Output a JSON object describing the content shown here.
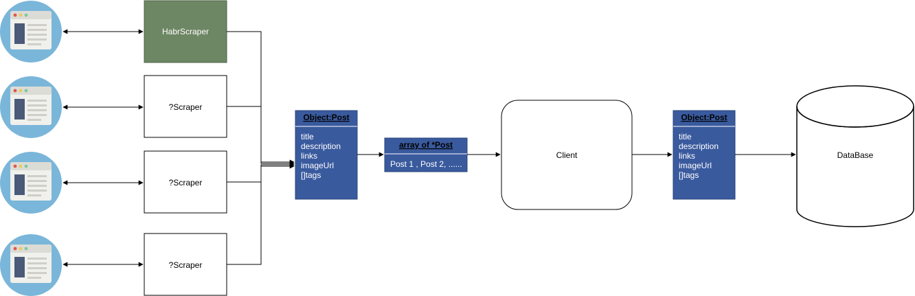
{
  "nodes": {
    "scraper_1": "HabrScraper",
    "scraper_2": "?Scraper",
    "scraper_3": "?Scraper",
    "scraper_4": "?Scraper",
    "object_post_left": {
      "title": "Object:Post",
      "fields": [
        "title",
        "description",
        "links",
        "imageUrl",
        "[]tags"
      ]
    },
    "array_post": {
      "title": "array of *Post",
      "body": "Post 1 , Post 2, ......"
    },
    "client": "Client",
    "object_post_right": {
      "title": "Object:Post",
      "fields": [
        "title",
        "description",
        "links",
        "imageUrl",
        "[]tags"
      ]
    },
    "database": "DataBase"
  },
  "colors": {
    "scraper_active_fill": "#6d8764",
    "object_fill": "#3a5a9e",
    "website_circle": "#7ab6d9",
    "browser_window": "#f0f0ec",
    "browser_bar": "#dcdcd6",
    "browser_block": "#4a5a78"
  },
  "icons": [
    "website-icon",
    "website-icon",
    "website-icon",
    "website-icon"
  ]
}
